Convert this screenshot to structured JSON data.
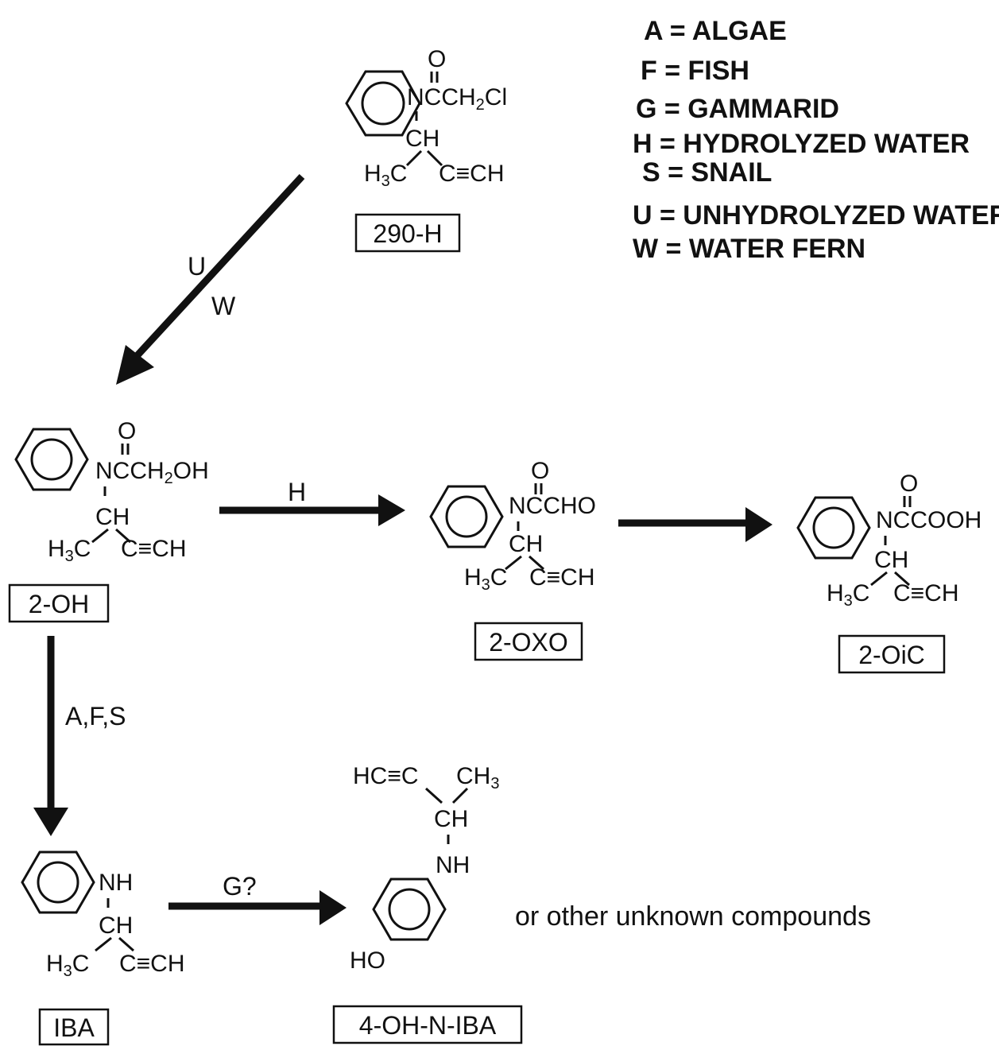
{
  "legend": [
    "A = ALGAE",
    "F = FISH",
    "G = GAMMARID",
    "H = HYDROLYZED WATER",
    "S = SNAIL",
    "U = UNHYDROLYZED WATER",
    "W = WATER FERN"
  ],
  "compounds": {
    "c290h": {
      "label": "290-H",
      "oxygen": "O",
      "top_group": "NCCH",
      "top_group_sub": "2",
      "top_group_tail": "Cl",
      "ch": "CH",
      "left_group": "H",
      "left_sub": "3",
      "left_tail": "C",
      "right_group": "C≡CH"
    },
    "c2oh": {
      "label": "2-OH",
      "oxygen": "O",
      "top_group": "NCCH",
      "top_group_sub": "2",
      "top_group_tail": "OH",
      "ch": "CH",
      "left_group": "H",
      "left_sub": "3",
      "left_tail": "C",
      "right_group": "C≡CH"
    },
    "c2oxo": {
      "label": "2-OXO",
      "oxygen": "O",
      "top_group": "NCCHO",
      "ch": "CH",
      "left_group": "H",
      "left_sub": "3",
      "left_tail": "C",
      "right_group": "C≡CH"
    },
    "c2oic": {
      "label": "2-OiC",
      "oxygen": "O",
      "top_group": "NCCOOH",
      "ch": "CH",
      "left_group": "H",
      "left_sub": "3",
      "left_tail": "C",
      "right_group": "C≡CH"
    },
    "iba": {
      "label": "IBA",
      "nh": "NH",
      "ch": "CH",
      "left_group": "H",
      "left_sub": "3",
      "left_tail": "C",
      "right_group": "C≡CH"
    },
    "c4ohniba": {
      "label": "4-OH-N-IBA",
      "hc": "HC≡C",
      "ch3": "CH",
      "ch3_sub": "3",
      "ch": "CH",
      "nh": "NH",
      "ho": "HO"
    }
  },
  "edges": {
    "u": "U",
    "w": "W",
    "h": "H",
    "afs": "A,F,S",
    "g": "G?"
  },
  "note": "or other unknown compounds"
}
